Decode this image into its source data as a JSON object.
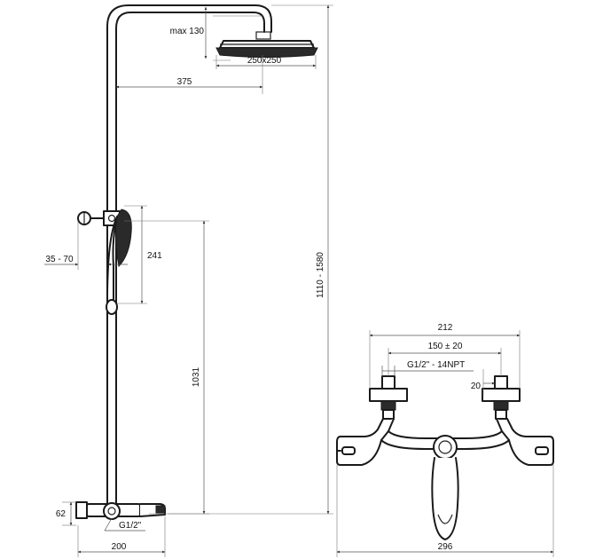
{
  "labels": {
    "max_height": "max 130",
    "head_size": "250x250",
    "arm_length": "375",
    "wall_gap": "35 - 70",
    "hand_shower": "241",
    "bar_height": "1031",
    "total_height": "1110 - 1580",
    "bottom_offset": "62",
    "inlet_thread": "G1/2\"",
    "projection": "200",
    "mixer_width": "212",
    "centers": "150 ± 20",
    "connection": "G1/2\" - 14NPT",
    "eccentric": "20",
    "body_width": "296"
  }
}
